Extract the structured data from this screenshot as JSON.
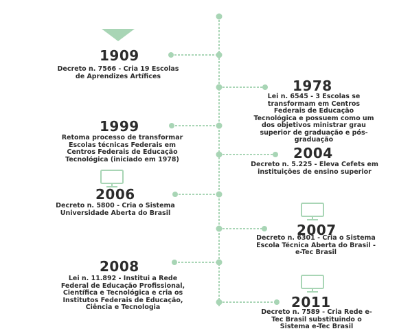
{
  "colors": {
    "accent": "#a8d5b5",
    "line": "#a8d5b5",
    "text": "#2b2b2b",
    "background": "#ffffff"
  },
  "events": [
    {
      "year": "1909",
      "description": "Decreto n. 7566 - Cria 19 Escolas\nde Aprendizes Artífices",
      "side": "left",
      "icon": "triangle-down-icon"
    },
    {
      "year": "1978",
      "description": "Lei n. 6545 - 3 Escolas se\ntransformam em Centros\nFederais de Educação\nTecnológica e possuem como um\ndos objetivos ministrar grau\nsuperior de graduação e pós-\ngraduação",
      "side": "right",
      "icon": ""
    },
    {
      "year": "1999",
      "description": "Retoma processo de transformar\nEscolas técnicas Federais em\nCentros Federais de Educação\nTecnológica (iniciado em 1978)",
      "side": "left",
      "icon": ""
    },
    {
      "year": "2004",
      "description": "Decreto n. 5.225 - Eleva Cefets em\ninstituições de ensino superior",
      "side": "right",
      "icon": ""
    },
    {
      "year": "2006",
      "description": "Decreto n. 5800 - Cria o Sistema\nUniversidade Aberta do Brasil",
      "side": "left",
      "icon": "monitor-icon"
    },
    {
      "year": "2007",
      "description": "Decreto n. 6301 - Cria o Sistema\nEscola Técnica Aberta do Brasil -\ne-Tec Brasil",
      "side": "right",
      "icon": "monitor-icon"
    },
    {
      "year": "2008",
      "description": "Lei n. 11.892 - Institui a Rede\nFederal de Educação Profissional,\nCientífica e Tecnológica e cria os\nInstitutos Federais de Educação,\nCiência e Tecnologia",
      "side": "left",
      "icon": ""
    },
    {
      "year": "2011",
      "description": "Decreto n. 7589 - Cria Rede e-\nTec Brasil substituindo o\nSistema e-Tec Brasil",
      "side": "right",
      "icon": "monitor-icon"
    }
  ]
}
